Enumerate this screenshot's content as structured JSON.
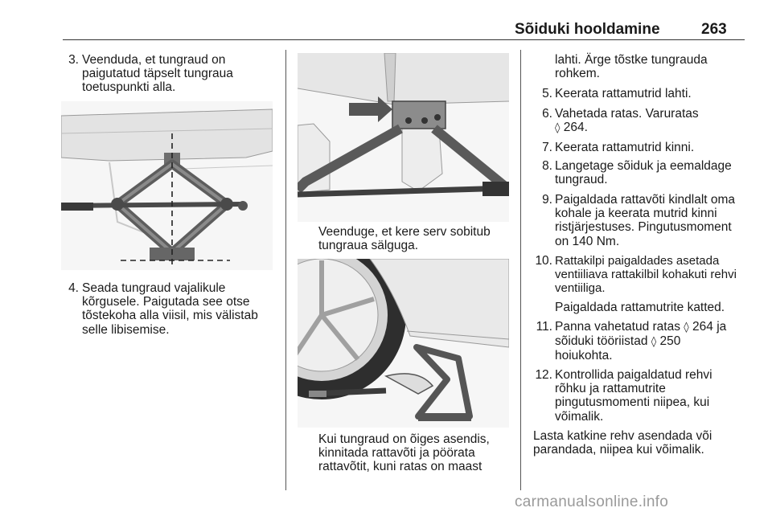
{
  "header": {
    "title": "Sõiduki hooldamine",
    "page_number": "263"
  },
  "col1": {
    "step3": {
      "num": "3.",
      "lines": [
        "Veenduda, et tungraud on",
        "paigutatud täpselt tungraua",
        "toetuspunkti alla."
      ]
    },
    "step4": {
      "num": "4.",
      "lines": [
        "Seada tungraud vajalikule",
        "kõrgusele. Paigutada see otse",
        "tõstekoha alla viisil, mis välistab",
        "selle libisemise."
      ]
    }
  },
  "col2": {
    "caption1": [
      "Veenduge, et kere serv sobitub",
      "tungraua sälguga."
    ],
    "caption2": [
      "Kui tungraud on õiges asendis,",
      "kinnitada rattavõti ja pöörata",
      "rattavõtit, kuni ratas on maast"
    ]
  },
  "col3": {
    "cont": [
      "lahti. Ärge tõstke tungrauda",
      "rohkem."
    ],
    "step5": {
      "num": "5.",
      "lines": [
        "Keerata rattamutrid lahti."
      ]
    },
    "step6": {
      "num": "6.",
      "line1": "Vahetada ratas. Varuratas",
      "ref_symbol": "◊",
      "ref": "264."
    },
    "step7": {
      "num": "7.",
      "lines": [
        "Keerata rattamutrid kinni."
      ]
    },
    "step8": {
      "num": "8.",
      "lines": [
        "Langetage sõiduk ja eemaldage",
        "tungraud."
      ]
    },
    "step9": {
      "num": "9.",
      "lines": [
        "Paigaldada rattavõti kindlalt oma",
        "kohale ja keerata mutrid kinni",
        "ristjärjestuses. Pingutusmoment",
        "on 140 Nm."
      ]
    },
    "step10": {
      "num": "10.",
      "lines": [
        "Rattakilpi paigaldades asetada",
        "ventiiliava rattakilbil kohakuti rehvi",
        "ventiiliga."
      ],
      "extra": "Paigaldada rattamutrite katted."
    },
    "step11": {
      "num": "11.",
      "l1a": "Panna vahetatud ratas",
      "l1ref": "264 ja",
      "l2a": "sõiduki tööriistad",
      "l2ref": "250",
      "l3": "hoiukohta."
    },
    "step12": {
      "num": "12.",
      "lines": [
        "Kontrollida paigaldatud rehvi",
        "rõhku ja rattamutrite",
        "pingutusmomenti niipea, kui",
        "võimalik."
      ]
    },
    "note": [
      "Lasta katkine rehv asendada või",
      "parandada, niipea kui võimalik."
    ]
  },
  "watermark": "carmanualsonline.info"
}
